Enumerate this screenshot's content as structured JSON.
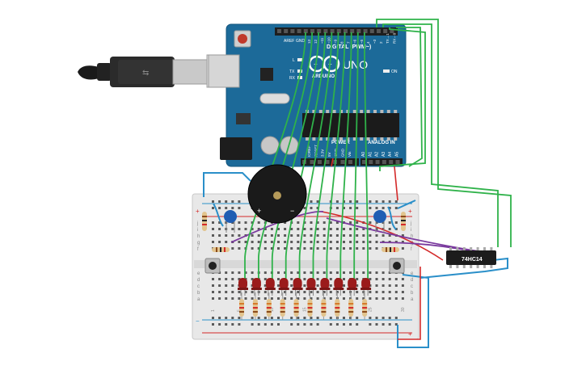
{
  "arduino": {
    "brand": "ARDUINO",
    "model": "UNO",
    "digital_label": "DIGITAL (PWM~)",
    "analog_label": "ANALOG IN",
    "power_label": "POWER",
    "on_label": "ON",
    "tx_label": "TX",
    "rx_label": "RX",
    "l_label": "L",
    "gnd_label": "GND",
    "aref_label": "AREF",
    "power_pins": [
      "IOREF",
      "RESET",
      "3.3V",
      "5V",
      "GND",
      "GND",
      "Vin"
    ],
    "analog_pins": [
      "A0",
      "A1",
      "A2",
      "A3",
      "A4",
      "A5"
    ],
    "digital_pins": [
      "13",
      "12",
      "~11",
      "~10",
      "~9",
      "8",
      "7",
      "~6",
      "~5",
      "4",
      "~3",
      "2",
      "TX→1",
      "RX←0"
    ]
  },
  "chip": {
    "label": "74HC14"
  },
  "breadboard": {
    "row_letters_top": [
      "j",
      "i",
      "h",
      "g",
      "f"
    ],
    "row_letters_bottom": [
      "e",
      "d",
      "c",
      "b",
      "a"
    ],
    "rail_plus": "+",
    "rail_minus": "−",
    "column_numbers": [
      "1",
      "5",
      "10",
      "15",
      "20",
      "25",
      "30"
    ]
  },
  "buzzer": {
    "plus": "+",
    "minus": "−"
  },
  "leds": {
    "count": 10,
    "color": "#9b1b1b"
  },
  "colors": {
    "board_blue": "#1c6a99",
    "wire_green": "#2fb24a",
    "wire_blue": "#2a8fc9",
    "wire_red": "#d42a2a",
    "wire_purple": "#7a3a9e",
    "capacitor_blue": "#1f5db3"
  }
}
